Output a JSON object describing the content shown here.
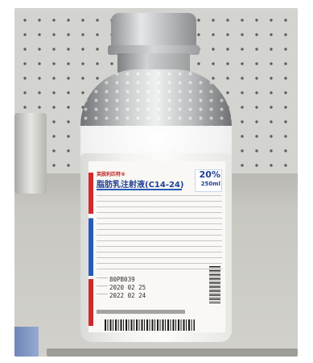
{
  "label": {
    "brand": "英脱利匹特®",
    "product_name": "脂肪乳注射液(C14-24)",
    "concentration": "20%",
    "volume": "250ml",
    "lot_number": "80PB039",
    "manufacture_date": "2020 02 25",
    "expiry_date": "2022 02 24"
  },
  "colors": {
    "label_blue": "#1f3f95",
    "label_red": "#cd2b2b",
    "cap_silver": "#c2c4c7"
  }
}
